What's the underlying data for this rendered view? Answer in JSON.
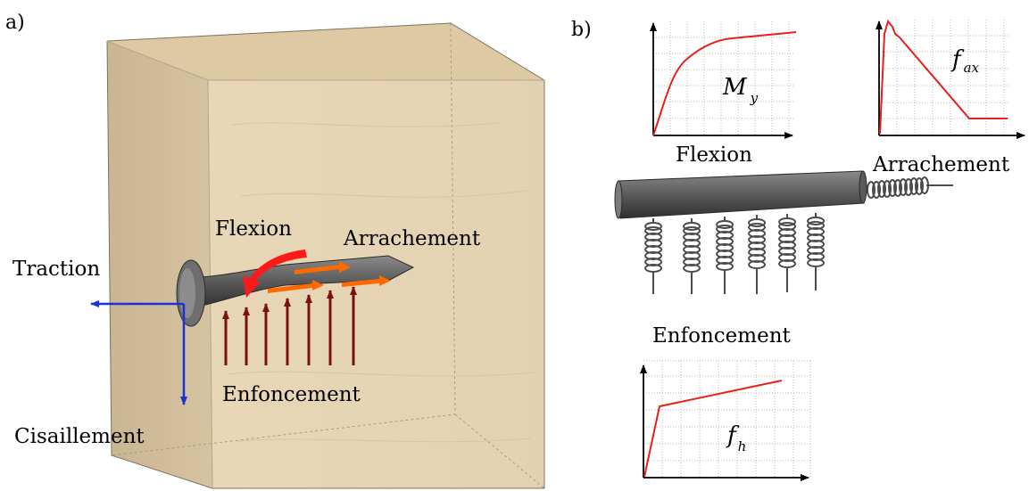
{
  "panel_a": {
    "label": "a)",
    "forces": {
      "flexion": "Flexion",
      "arrachement": "Arrachement",
      "traction": "Traction",
      "enfoncement": "Enfoncement",
      "cisaillement": "Cisaillement"
    },
    "colors": {
      "wood": "#e7d6b8",
      "nail": "#6b6b6b",
      "bending_arrow": "#ff1a1a",
      "pullout_arrows": "#ff6a00",
      "embedment_arrows": "#7a1212",
      "axis_arrows": "#1a33d6"
    }
  },
  "panel_b": {
    "label": "b)",
    "graphs": {
      "flexion": {
        "caption": "Flexion",
        "symbol_main": "M",
        "symbol_sub": "y"
      },
      "arrachement": {
        "caption": "Arrachement",
        "symbol_main": "f",
        "symbol_sub": "ax"
      },
      "enfoncement": {
        "caption": "Enfoncement",
        "symbol_main": "f",
        "symbol_sub": "h"
      }
    },
    "colors": {
      "curve": "#e8201a",
      "grid": "#b9b9b9",
      "spring": "#4a4a4a"
    }
  }
}
